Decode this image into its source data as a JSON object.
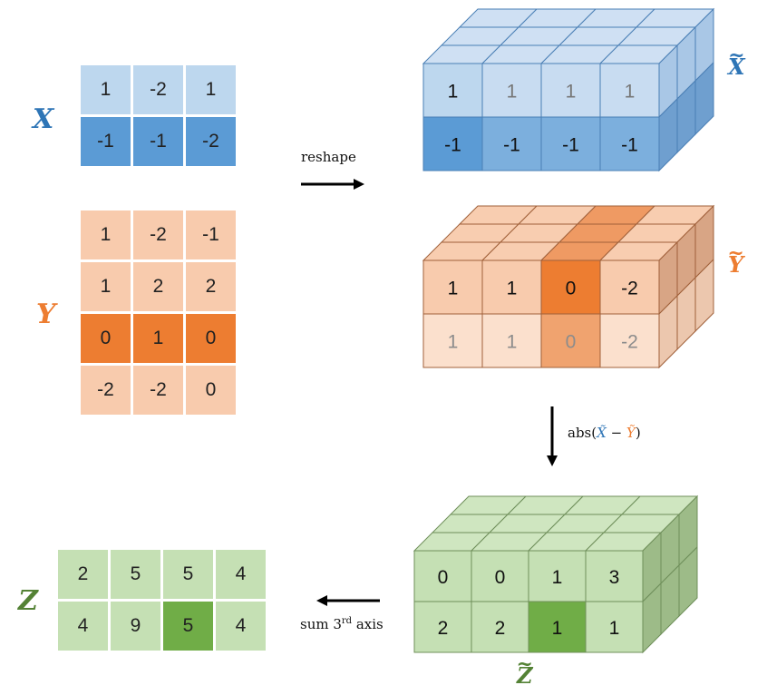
{
  "colors": {
    "blue_light": "#bdd7ee",
    "blue_dark": "#5b9bd5",
    "blue_label": "#2e75b6",
    "orange_light": "#f8cbad",
    "orange_dark": "#ed7d31",
    "orange_label": "#ed7d31",
    "green_light": "#c5e0b4",
    "green_dark": "#70ad47",
    "green_label": "#548235"
  },
  "labels": {
    "X": "X",
    "Y": "Y",
    "Z": "Z",
    "X_tilde": "X",
    "Y_tilde": "Y",
    "Z_tilde": "Z",
    "tilde": "~"
  },
  "operations": {
    "reshape": "reshape",
    "abs_prefix": "abs(",
    "abs_x": "X̃",
    "abs_minus": " − ",
    "abs_y": "Ỹ",
    "abs_suffix": ")",
    "sum_prefix": "sum 3",
    "sum_sup": "rd",
    "sum_suffix": " axis"
  },
  "matrix_X": {
    "rows": [
      [
        "1",
        "-2",
        "1"
      ],
      [
        "-1",
        "-1",
        "-2"
      ]
    ],
    "highlight_rows": [
      1
    ]
  },
  "matrix_Y": {
    "rows": [
      [
        "1",
        "-2",
        "-1"
      ],
      [
        "1",
        "2",
        "2"
      ],
      [
        "0",
        "1",
        "0"
      ],
      [
        "-2",
        "-2",
        "0"
      ]
    ],
    "highlight_rows": [
      2
    ]
  },
  "matrix_Z": {
    "rows": [
      [
        "2",
        "5",
        "5",
        "4"
      ],
      [
        "4",
        "9",
        "5",
        "4"
      ]
    ],
    "highlight_cells": [
      [
        1,
        2
      ]
    ]
  },
  "cube_X_tilde": {
    "front": [
      [
        "1",
        "1",
        "1",
        "1"
      ],
      [
        "-1",
        "-1",
        "-1",
        "-1"
      ]
    ],
    "faded_columns": [
      1,
      2,
      3
    ]
  },
  "cube_Y_tilde": {
    "front": [
      [
        "1",
        "1",
        "0",
        "-2"
      ],
      [
        "1",
        "1",
        "0",
        "-2"
      ]
    ],
    "highlight_column": 2,
    "faded_rows": [
      1
    ]
  },
  "cube_Z_tilde": {
    "front": [
      [
        "0",
        "0",
        "1",
        "3"
      ],
      [
        "2",
        "2",
        "1",
        "1"
      ]
    ],
    "highlight_cells": [
      [
        1,
        2
      ]
    ]
  }
}
